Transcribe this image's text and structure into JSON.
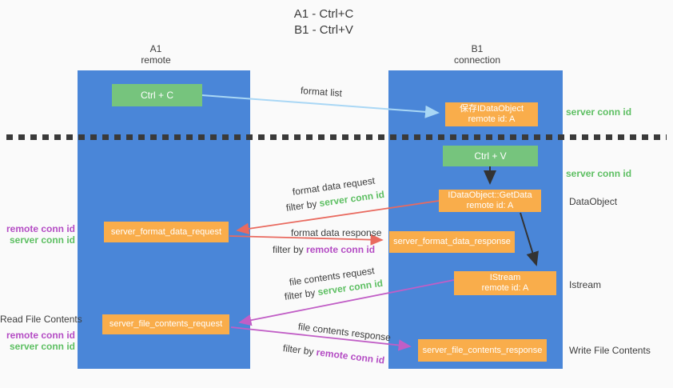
{
  "title": {
    "line1": "A1 - Ctrl+C",
    "line2": "B1 - Ctrl+V"
  },
  "lanes": {
    "a": {
      "name": "A1",
      "subtitle": "remote"
    },
    "b": {
      "name": "B1",
      "subtitle": "connection"
    }
  },
  "nodes": {
    "ctrl_c": {
      "label": "Ctrl + C"
    },
    "save_dataobject": {
      "line1": "保存IDataObject",
      "line2": "remote id: A"
    },
    "ctrl_v": {
      "label": "Ctrl + V"
    },
    "getdata": {
      "line1": "IDataObject::GetData",
      "line2": "remote id: A"
    },
    "format_request": {
      "label": "server_format_data_request"
    },
    "format_response": {
      "label": "server_format_data_response"
    },
    "istream": {
      "line1": "IStream",
      "line2": "remote id: A"
    },
    "file_request": {
      "label": "server_file_contents_request"
    },
    "file_response": {
      "label": "server_file_contents_response"
    }
  },
  "edges": {
    "format_list": {
      "label": "format list"
    },
    "format_request": {
      "label": "format data request",
      "filter_prefix": "filter by",
      "filter_key": "server conn id"
    },
    "format_response": {
      "label": "format data response",
      "filter_prefix": "filter by",
      "filter_key": "remote conn id"
    },
    "file_request": {
      "label": "file contents request",
      "filter_prefix": "filter by",
      "filter_key": "server conn id"
    },
    "file_response": {
      "label": "file contents response",
      "filter_prefix": "filter by",
      "filter_key": "remote conn id"
    }
  },
  "side_labels": {
    "right_server_conn_top": "server conn id",
    "right_server_conn_mid": "server conn id",
    "right_dataobject": "DataObject",
    "right_istream": "Istream",
    "right_write_file": "Write File Contents",
    "left_remote_conn_top": "remote conn id",
    "left_server_conn_top": "server conn id",
    "left_read_file": "Read File Contents",
    "left_remote_conn_bottom": "remote conn id",
    "left_server_conn_bottom": "server conn id"
  },
  "colors": {
    "lane_blue": "#4a86d8",
    "node_green": "#76c47d",
    "node_orange": "#f9ad4b",
    "arrow_light_blue": "#a9d7f5",
    "arrow_red": "#e96a5f",
    "arrow_purple": "#c15ec6",
    "arrow_black": "#333333",
    "text_green": "#5dbf62",
    "text_purple": "#b44cc4",
    "text_dark": "#3d3d3d",
    "background": "#fafafa"
  }
}
